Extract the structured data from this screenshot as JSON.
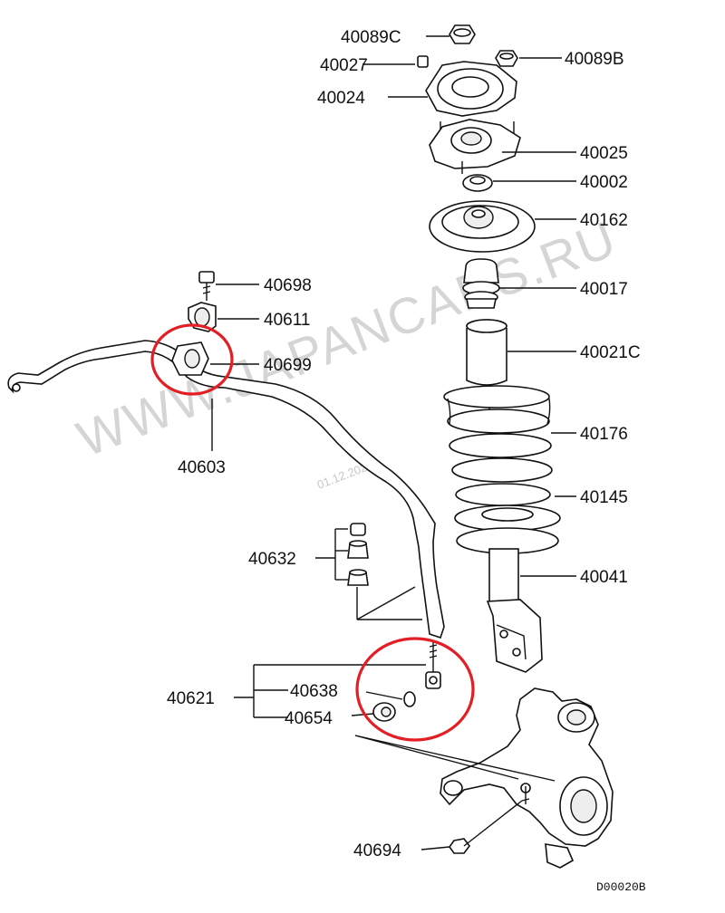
{
  "labels": {
    "p40089C": "40089C",
    "p40027": "40027",
    "p40024": "40024",
    "p40089B": "40089B",
    "p40025": "40025",
    "p40002": "40002",
    "p40162": "40162",
    "p40017": "40017",
    "p40021C": "40021C",
    "p40176": "40176",
    "p40145": "40145",
    "p40041": "40041",
    "p40698": "40698",
    "p40611": "40611",
    "p40699": "40699",
    "p40603": "40603",
    "p40632": "40632",
    "p40621": "40621",
    "p40638": "40638",
    "p40654": "40654",
    "p40694": "40694"
  },
  "watermark": "WWW.JAPANCARS.RU",
  "watermark_date": "01.12.2022",
  "diagram_code": "D00020B",
  "highlight_color": "#e31e24"
}
